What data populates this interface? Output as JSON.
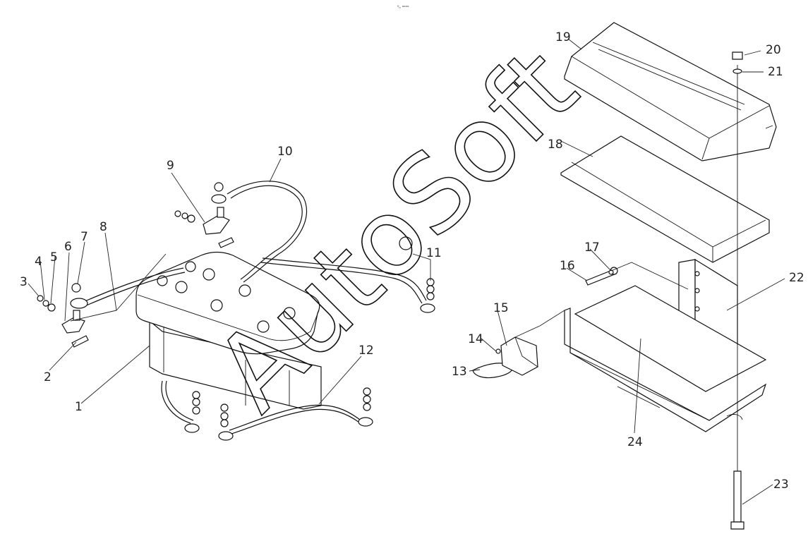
{
  "header": {
    "mark": "⁰ₙ ᵒᵒᵒᵒ"
  },
  "watermark": "AutoSoft",
  "callouts": [
    "1",
    "2",
    "3",
    "4",
    "5",
    "6",
    "7",
    "8",
    "9",
    "10",
    "11",
    "12",
    "13",
    "14",
    "15",
    "16",
    "17",
    "18",
    "19",
    "20",
    "21",
    "22",
    "23",
    "24"
  ]
}
